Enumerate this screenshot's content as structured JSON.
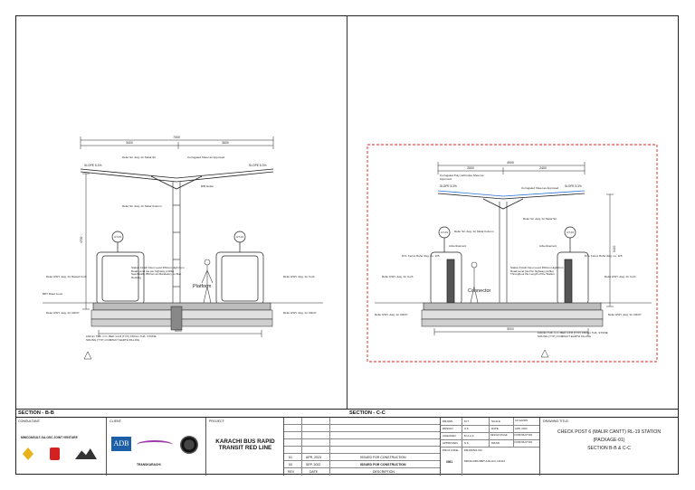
{
  "sections": {
    "left_title": "SECTION - B-B",
    "right_title": "SECTION - C-C"
  },
  "left_drawing": {
    "dim_total": "7000",
    "dim_left": "3400",
    "dim_right": "3600",
    "height_dim": "4700",
    "bottom_dim": "6000",
    "slope_left": "SLOPE 5.3%",
    "slope_right": "SLOPE 5.3%",
    "notes": {
      "metal_str": "Refer Str. dwg. for Metal Str.",
      "corrugated": "Corrugated Sheet as Approved",
      "rib_gutter": "RIB Gutter",
      "metal_column": "Refer Str. dwg. for Metal Column",
      "hwy_curb_l": "Refer HWY. dwg. for Raised Curb",
      "brt_road": "BRT Road Level",
      "hwy_crcp_l": "Refer HWY. dwg. for CRCP",
      "station_finish": "Station Finish Floor Level 350mm High from Road Level (as per highway profile) Specifically 350mm as Mandatory on Bus Docking",
      "platform": "Platform",
      "hwy_curb_r": "Refer HWY. dwg. for Curb",
      "hwy_crcp_r": "Refer HWY. dwg. for CRCP",
      "base_note": "100mm THK. C.C. BED 1:4:8 (TYP.) 150mm THK. STONE SOLING (TYP.) COMPACT EARTH FILLING",
      "tag_left": "GT-03",
      "tag_right": "GT-03"
    }
  },
  "right_drawing": {
    "dim_total": "4900",
    "dim_left": "2500",
    "dim_right": "2400",
    "height_dim": "5410",
    "bottom_dim": "5000",
    "slope_left": "SLOPE 5.3%",
    "slope_right": "SLOPE 5.3%",
    "notes": {
      "corrugated_poly": "Corrugated Poly carbonate Sheet as Approved",
      "corrugated": "Corrugated Sheet as Approved",
      "metal_str": "Refer Str. dwg. for Metal Str.",
      "metal_column": "Refer Str. dwg. for Metal Column",
      "advertisement_l": "Advertisement",
      "advertisement_r": "Advertisement",
      "fence_l": "M.S. Fence Refer dwg. no. 105",
      "fence_r": "M.S. Fence Refer dwg. no. 105",
      "hwy_curb_l": "Refer HWY. dwg. for Curb",
      "hwy_curb_r": "Refer HWY. dwg. for Curb",
      "station_finish": "Station Finish Floor Level 350mm High from Road Level (As Per highway profile) Throughout the Length of the Station",
      "connector": "Connector",
      "hwy_crcp_l": "Refer HWY. dwg. for CRCP",
      "hwy_crcp_r": "Refer HWY. dwg. for CRCP",
      "base_note": "100mm THK. C.C. BED 1:4:8 (TYP.) 150mm THK. STONE SOLING (TYP.) COMPACT EARTH FILLING",
      "tag_left": "GT-03",
      "tag_right": "GT-03"
    }
  },
  "title_block": {
    "consultant_label": "CONSULTANT:",
    "consultant_name": "MINCONSULT-SA-OSC JOINT VENTURE",
    "client_label": "CLIENT:",
    "client_adb": "ADB",
    "client_trans": "TRANSKARACHI",
    "project_label": "PROJECT:",
    "project_name_1": "KARACHI BUS RAPID",
    "project_name_2": "TRANSIT RED LINE",
    "revisions": [
      {
        "rev": "01",
        "date": "APR, 2023",
        "desc": "ISSUED FOR CONSTRUCTION"
      },
      {
        "rev": "00",
        "date": "SEP, 2022",
        "desc": "ISSUED FOR CONSTRUCTION"
      }
    ],
    "rev_head": {
      "rev": "REV",
      "date": "DATE",
      "desc": "DESCRIPTION"
    },
    "info": {
      "drawn_l": "DRAWN",
      "drawn_v": "M.T",
      "design_l": "DESIGN",
      "design_v": "A.K",
      "checked_l": "CHECKED",
      "checked_v": "M.A.A.F",
      "approved_l": "APPROVED",
      "approved_v": "S.K",
      "scale_l": "SCALE",
      "scale_v": "AS SHOWN",
      "date_l": "DATE",
      "date_v": "APR, 2023",
      "stage_l": "DESIGN STAGE",
      "stage_v": "CONSTRUCTION",
      "draw_l": "DRAW",
      "draw_v": "CONSTRUCTION",
      "proj_code_l": "PROJ.CODE",
      "proj_code_v": "0081",
      "drawing_no_l": "DRAWING NO.",
      "drawing_no_v": "RMC50-0081-6BRT-A-RL19-C-CR-016"
    },
    "drawing_title_label": "DRAWING TITLE:",
    "drawing_title_1": "CHECK POST 6 (MALIR CANTT) RL-19 STATION",
    "drawing_title_2": "(PACKAGE-01)",
    "drawing_title_3": "SECTION B-B & C-C"
  },
  "colors": {
    "line": "#222222",
    "highlight_frame": "#e02020",
    "roof_blue": "#2a6fd6"
  }
}
